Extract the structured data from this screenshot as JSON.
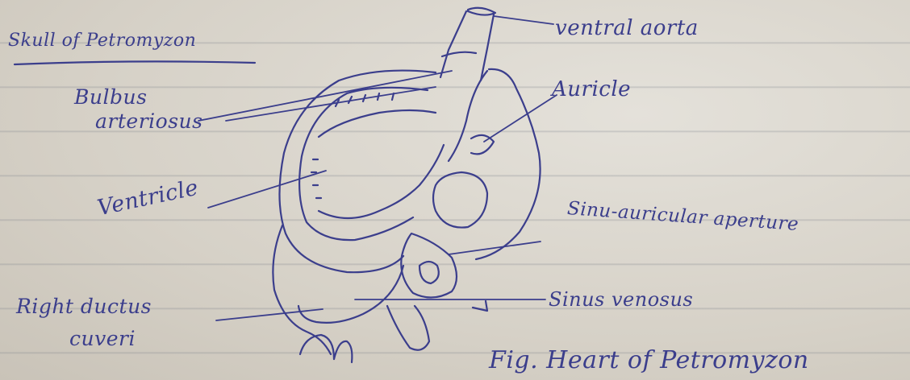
{
  "title": "Skull of Petromyzon",
  "labels": {
    "ventral_aorta": "ventral aorta",
    "bulbus_line1": "Bulbus",
    "bulbus_line2": "arteriosus",
    "auricle": "Auricle",
    "ventricle": "Ventricle",
    "sinu_line1": "Sinu-auricular aperture",
    "sinu_line2": "",
    "sinus_venosus": "Sinus venosus",
    "right_line1": "Right ductus",
    "right_line2": "cuveri"
  },
  "caption": "Fig. Heart of Petromyzon",
  "colors": {
    "ink": "#3b3e8c",
    "paper": "#d9d4cb"
  }
}
